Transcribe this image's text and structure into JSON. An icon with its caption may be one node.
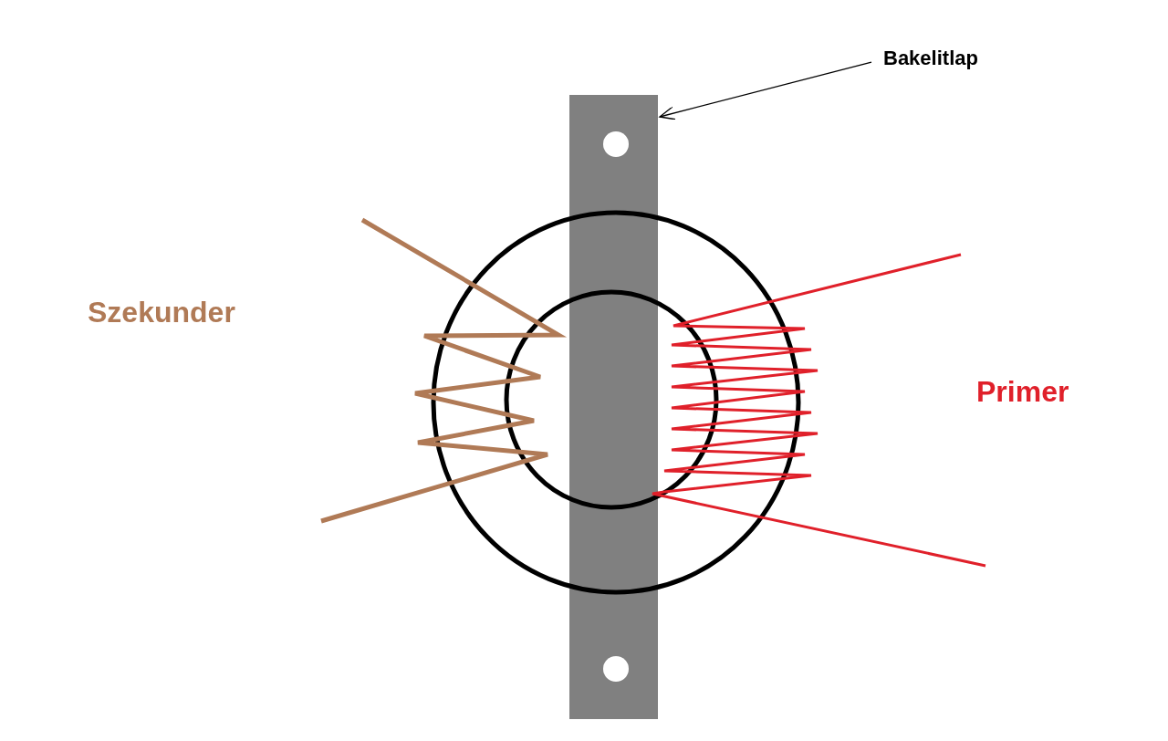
{
  "diagram": {
    "nodes": [
      {
        "text": [
          "Bakelitlap"
        ]
      },
      {
        "text": [],
        "shape": "bar"
      }
    ],
    "edges": [
      {
        "from": 0,
        "to": 1,
        "arrow": "to"
      }
    ],
    "labels": [
      "Szekunder",
      "Primer"
    ]
  }
}
